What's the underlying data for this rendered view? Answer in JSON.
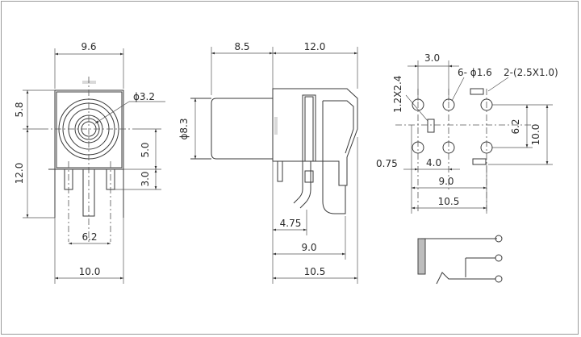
{
  "front_view": {
    "width_top": "9.6",
    "hole_dia": "ϕ3.2",
    "height_left": "5.8",
    "height_body": "12.0",
    "pin_5": "5.0",
    "pin_3": "3.0",
    "pin_span": "6.2",
    "base_width": "10.0"
  },
  "side_view": {
    "plug_len": "8.5",
    "body_len": "12.0",
    "plug_dia": "ϕ8.3",
    "pin_4_75": "4.75",
    "pin_9_0": "9.0",
    "total_10_5": "10.5"
  },
  "pcb_view": {
    "dim_3_0": "3.0",
    "hole_note": "6- ϕ1.6",
    "slot_note": "2-(2.5X1.0)",
    "slot_small": "1.2X2.4",
    "dim_6_2": "6.2",
    "dim_10_0": "10.0",
    "dim_0_75": "0.75",
    "dim_4_0": "4.0",
    "dim_9_0": "9.0",
    "dim_10_5": "10.5"
  }
}
